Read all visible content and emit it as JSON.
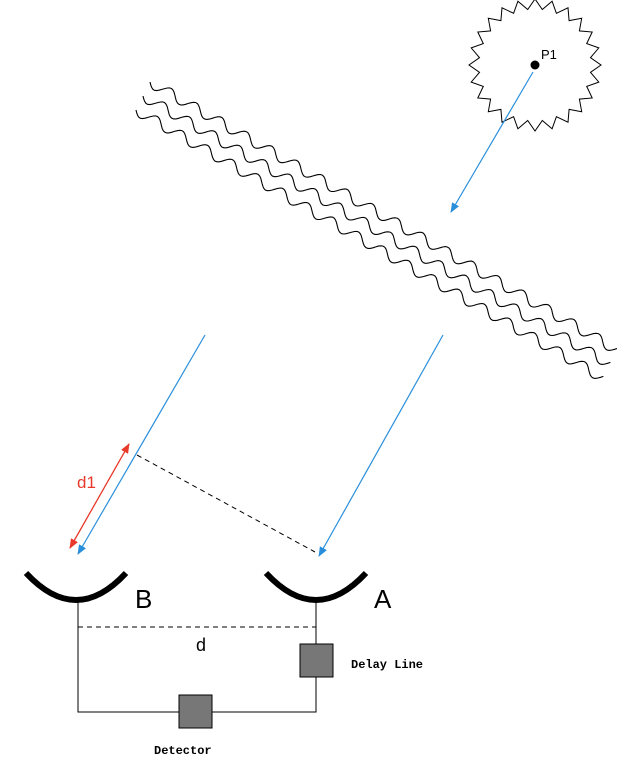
{
  "labels": {
    "source": "P1",
    "mirror_b": "B",
    "mirror_a": "A",
    "baseline": "d",
    "path_difference": "d1",
    "delay_line": "Delay Line",
    "detector": "Detector"
  },
  "colors": {
    "ray": "#2a8fdb",
    "path_difference": "#e8392a",
    "line": "#000000",
    "box_fill": "#777777"
  }
}
